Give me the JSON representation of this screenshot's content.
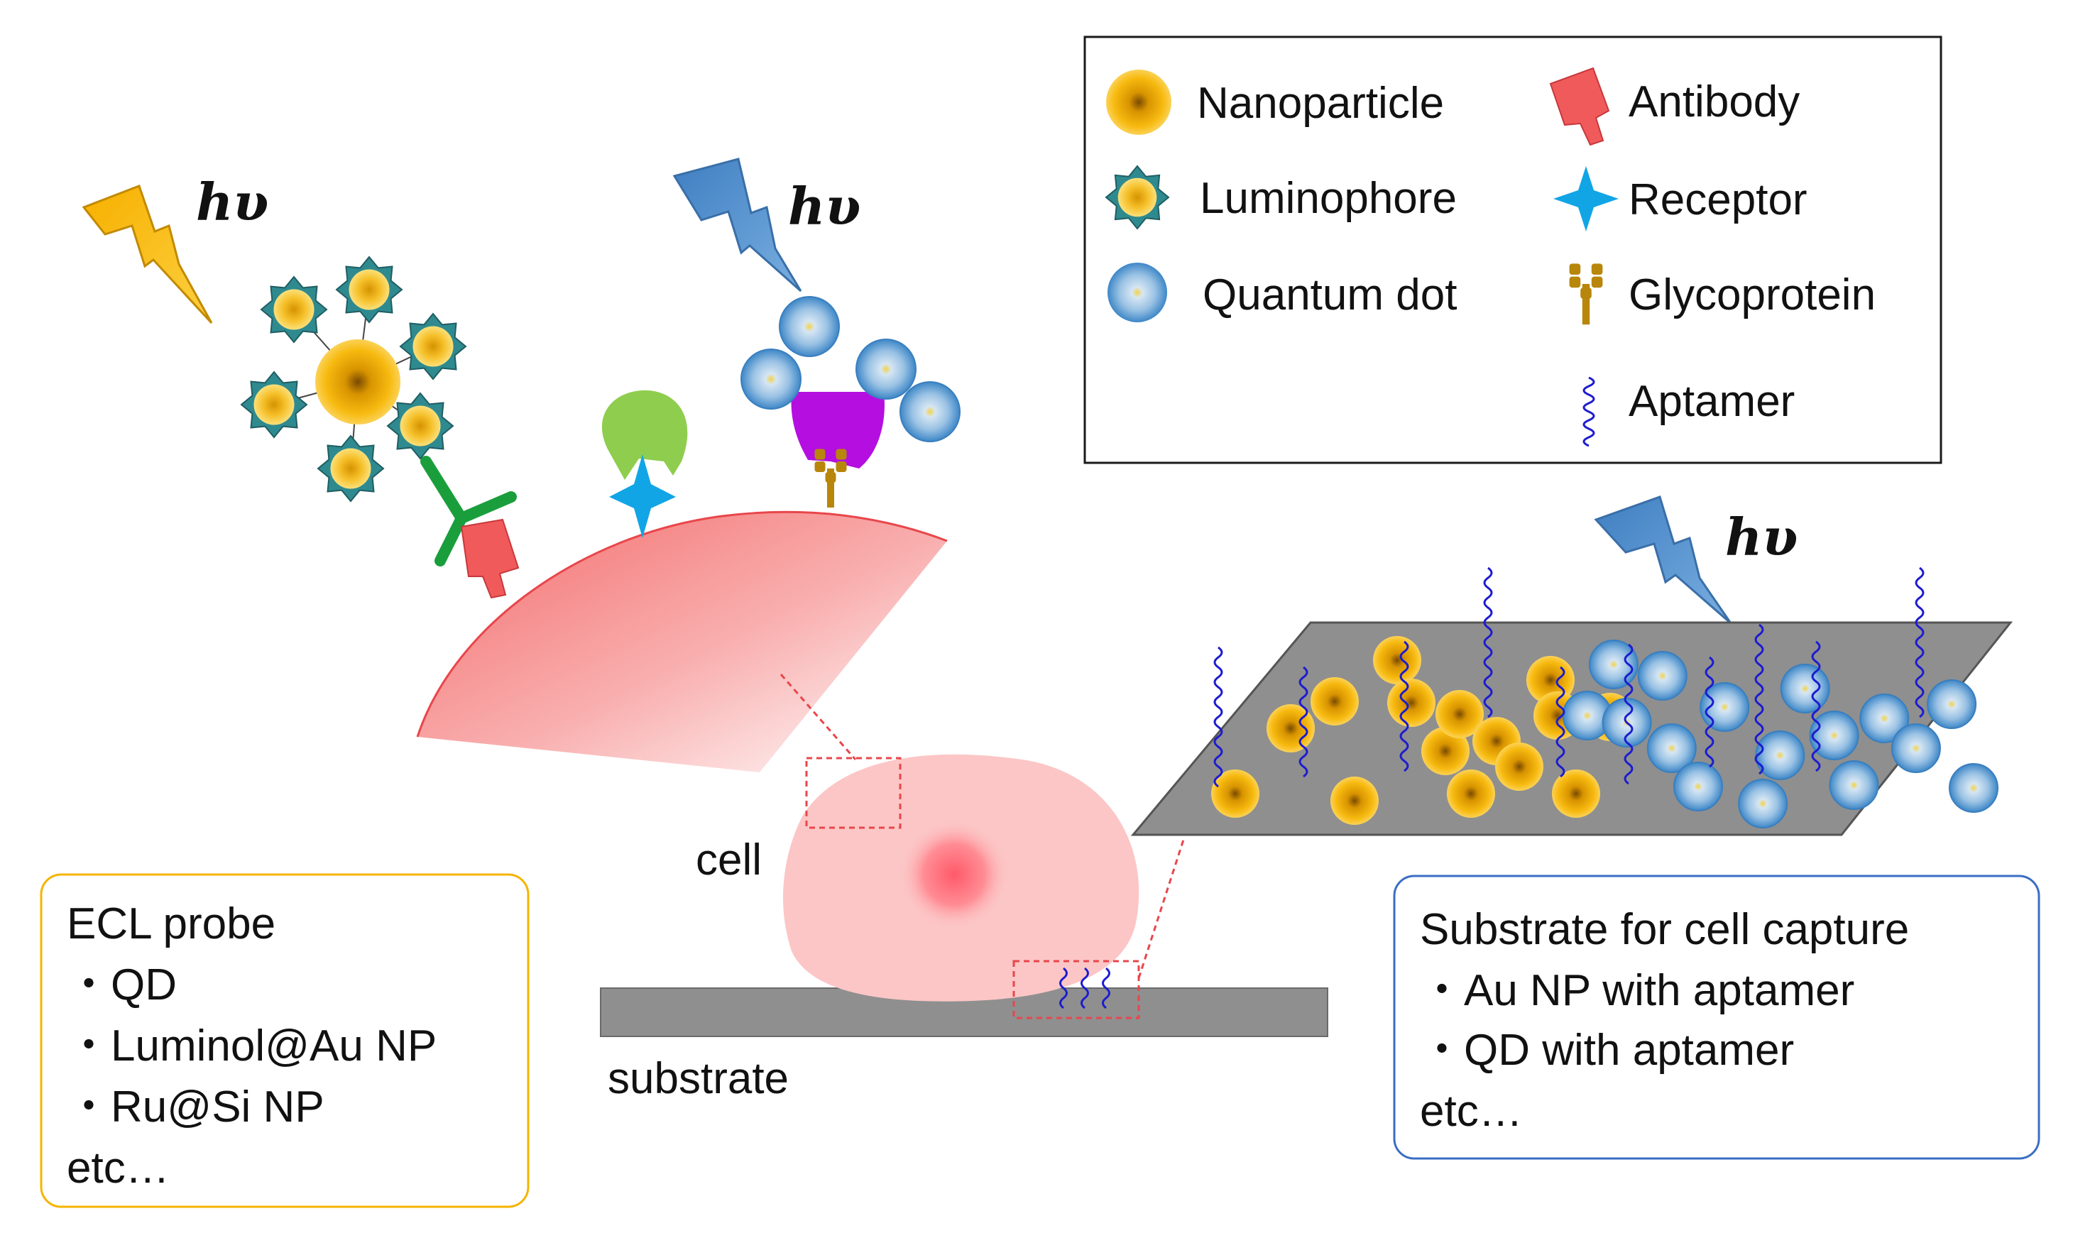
{
  "photon_label": "hυ",
  "legend": {
    "items": {
      "nanoparticle": "Nanoparticle",
      "luminophore": "Luminophore",
      "quantum_dot": "Quantum dot",
      "antibody": "Antibody",
      "receptor": "Receptor",
      "glycoprotein": "Glycoprotein",
      "aptamer": "Aptamer"
    }
  },
  "labels": {
    "cell": "cell",
    "substrate": "substrate"
  },
  "ecl_probe_box": {
    "title": "ECL probe",
    "items": [
      "・QD",
      "・Luminol@Au NP",
      "・Ru@Si NP",
      "etc…"
    ]
  },
  "capture_box": {
    "title": "Substrate for cell capture",
    "items": [
      "・Au NP with aptamer",
      "・QD with aptamer",
      "etc…"
    ]
  },
  "colors": {
    "nanoparticle_gold": "#f5b400",
    "quantum_dot_blue": "#3b86c6",
    "luminophore_star": "#2f7f8a",
    "antibody_red": "#f05a5a",
    "antibody_green": "#1a9e3c",
    "receptor_cyan": "#12a5e6",
    "glycoprotein": "#b8860b",
    "aptamer_blue": "#1c1ccf",
    "lectin_purple": "#b40fe0",
    "lectin_green": "#8fcd4e",
    "bolt_gold": "#f3b311",
    "bolt_blue": "#5b93cf",
    "substrate_gray": "#8f8f8f",
    "cell_pink": "#fcc6c6",
    "ecl_box_border": "#f5b400",
    "capture_box_border": "#3b6ec4"
  }
}
